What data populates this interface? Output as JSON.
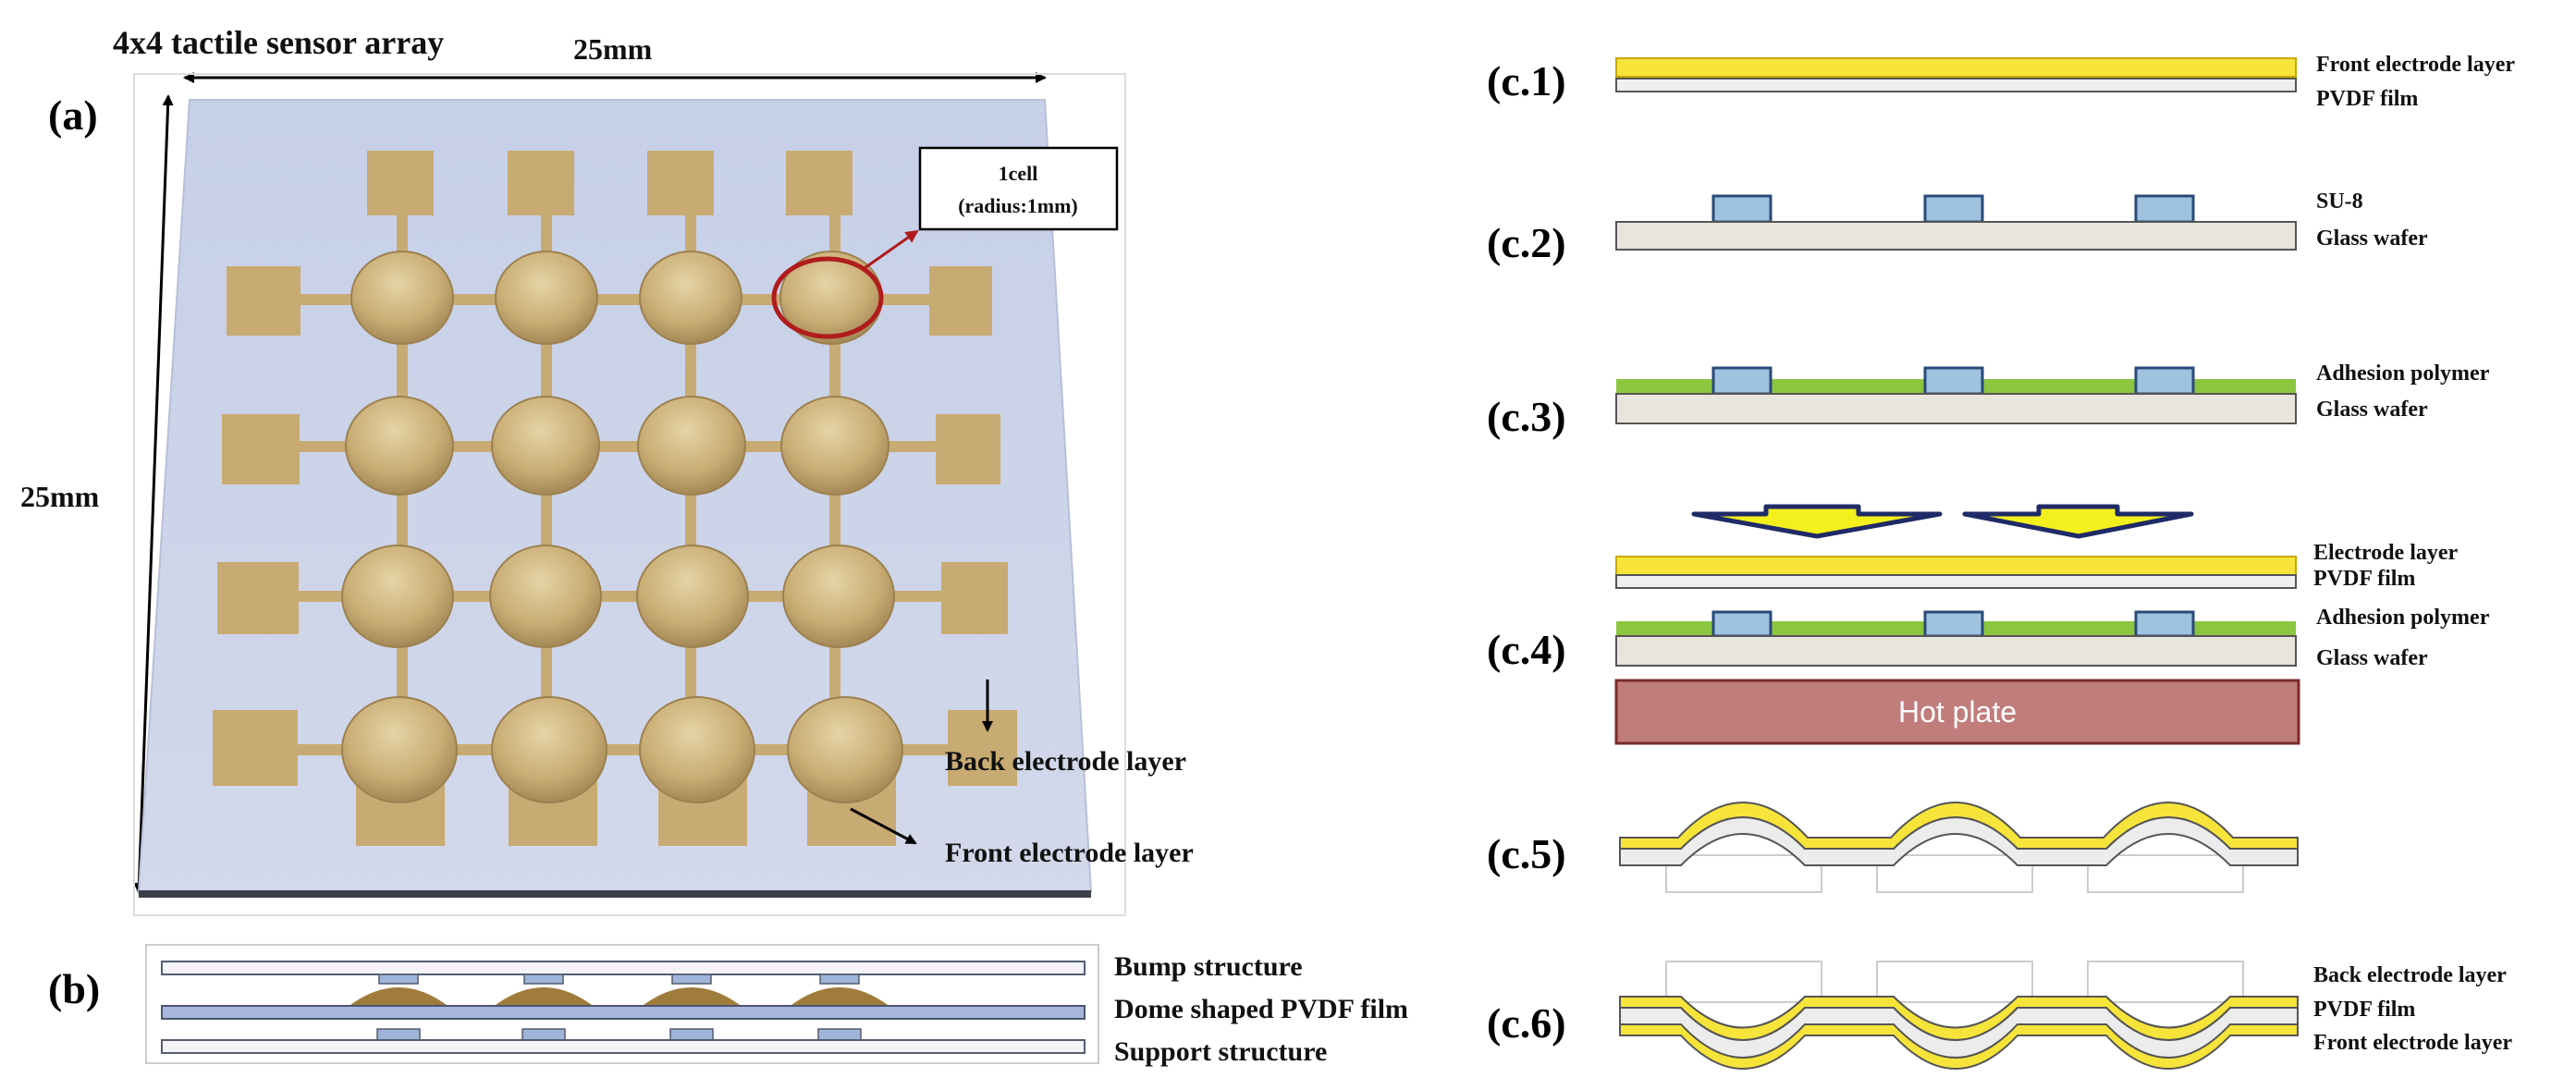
{
  "panel_a": {
    "panel_label": "(a)",
    "title": "4x4 tactile sensor array",
    "width_dim": "25mm",
    "height_dim": "25mm",
    "callout_line1": "1cell",
    "callout_line2": "(radius:1mm)",
    "back_electrode_label": "Back electrode layer",
    "front_electrode_label": "Front electrode layer"
  },
  "panel_b": {
    "panel_label": "(b)",
    "labels": [
      "Bump structure",
      "Dome shaped PVDF film",
      "Support structure"
    ]
  },
  "panel_c": {
    "steps": [
      {
        "id": "(c.1)",
        "labels": [
          "Front electrode layer",
          "PVDF film"
        ]
      },
      {
        "id": "(c.2)",
        "labels": [
          "SU-8",
          "Glass wafer"
        ]
      },
      {
        "id": "(c.3)",
        "labels": [
          "Adhesion polymer",
          "Glass wafer"
        ]
      },
      {
        "id": "(c.4)",
        "labels": [
          "Electrode layer",
          "PVDF film",
          "Adhesion polymer",
          "Glass wafer"
        ],
        "hot_plate": "Hot plate"
      },
      {
        "id": "(c.5)",
        "labels": []
      },
      {
        "id": "(c.6)",
        "labels": [
          "Back electrode layer",
          "PVDF film",
          "Front electrode layer"
        ]
      }
    ]
  },
  "colors": {
    "gold": "#c8ab72",
    "substrate": "#c9d2e8",
    "electrode_yellow": "#f6e43a",
    "adhesion_green": "#8cc63f",
    "su8_blue": "#9fc3df",
    "glass": "#e8e6dc",
    "hot_plate": "#c17c7c",
    "arrow_yellow": "#f4f01e",
    "arrow_navy": "#1f2a66",
    "highlight_red": "#b01c1c"
  }
}
